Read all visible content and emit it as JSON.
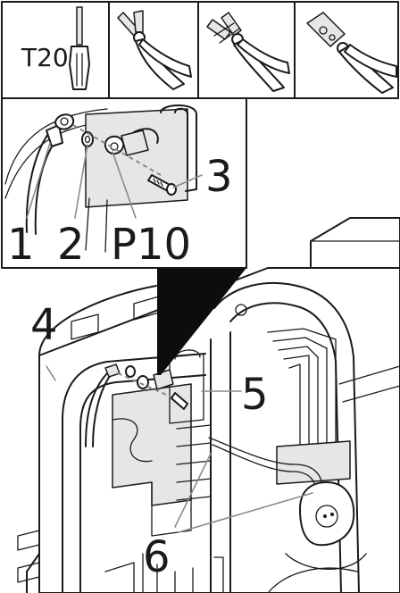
{
  "tools": [
    {
      "name": "t20-screwdriver",
      "label": "T20"
    },
    {
      "name": "side-cutter"
    },
    {
      "name": "wire-stripper"
    },
    {
      "name": "crimping-tool"
    }
  ],
  "callouts": {
    "c1": "1",
    "c2": "2",
    "cp10": "P10",
    "c3": "3",
    "c4": "4",
    "c5": "5",
    "c6": "6"
  },
  "colors": {
    "line": "#1a1a1a",
    "leader": "#8a8a8a",
    "fill": "#e6e6e6"
  }
}
